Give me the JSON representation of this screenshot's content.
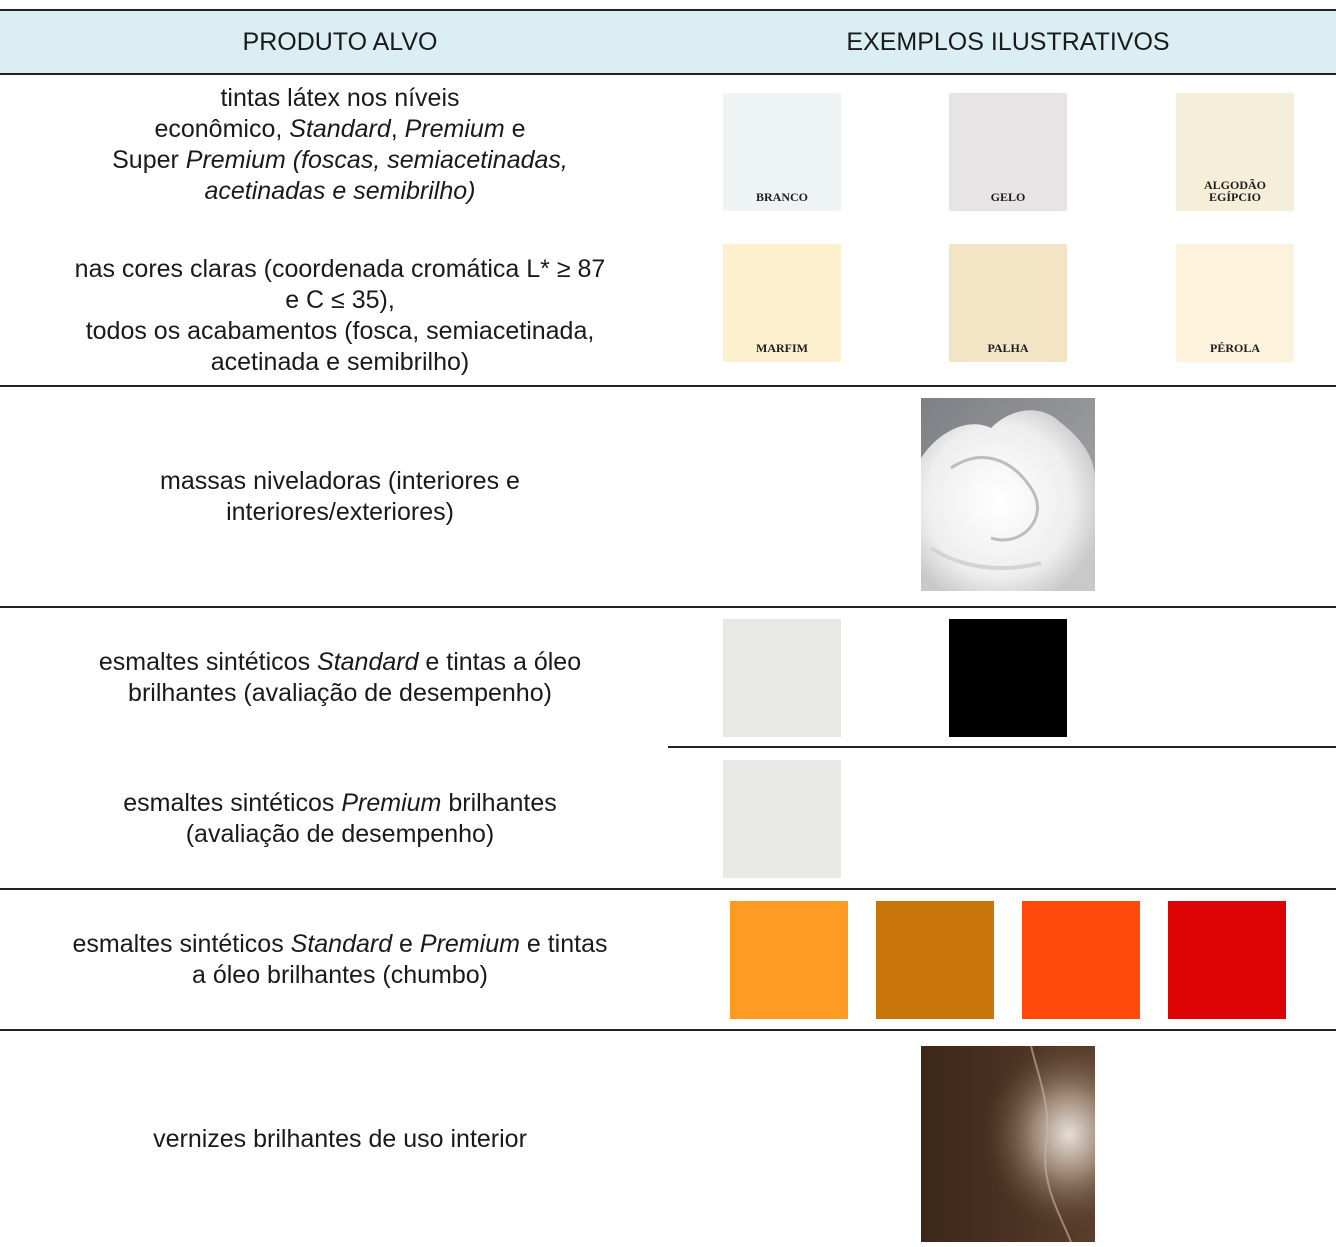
{
  "header": {
    "col_product": "PRODUTO ALVO",
    "col_examples": "EXEMPLOS ILUSTRATIVOS"
  },
  "rows": {
    "r1": {
      "line1": "tintas látex nos níveis",
      "line2a": "econômico, ",
      "line2b": "Standard",
      "line2c": ", ",
      "line2d": "Premium",
      "line2e": " e",
      "line3a": "Super ",
      "line3b": "Premium (foscas, semiacetinadas,",
      "line4": "acetinadas e semibrilho)",
      "swatches": [
        {
          "name": "BRANCO",
          "color": "#eef4f4"
        },
        {
          "name": "GELO",
          "color": "#e7e4e6"
        },
        {
          "name": "ALGODÃO",
          "name2": "EGÍPCIO",
          "color": "#f5eed9"
        }
      ]
    },
    "r2": {
      "line1": "nas cores claras (coordenada cromática L* ≥ 87",
      "line2": "e C ≤ 35),",
      "line3": "todos os acabamentos (fosca, semiacetinada,",
      "line4": "acetinada e semibrilho)",
      "swatches": [
        {
          "name": "MARFIM",
          "color": "#fdf0cf"
        },
        {
          "name": "PALHA",
          "color": "#f2e4c5"
        },
        {
          "name": "PÉROLA",
          "color": "#fdf2dc"
        }
      ]
    },
    "r3": {
      "line1": "massas niveladoras (interiores e",
      "line2": "interiores/exteriores)"
    },
    "r4": {
      "line1a": "esmaltes sintéticos ",
      "line1b": "Standard",
      "line1c": " e tintas a óleo",
      "line2": "brilhantes (avaliação de desempenho)",
      "swatches": [
        {
          "color": "#e8e9e6"
        },
        {
          "color": "#000000"
        }
      ]
    },
    "r5": {
      "line1a": "esmaltes sintéticos ",
      "line1b": "Premium",
      "line1c": " brilhantes",
      "line2": "(avaliação de desempenho)",
      "swatches": [
        {
          "color": "#e9eae7"
        }
      ]
    },
    "r6": {
      "line1a": "esmaltes sintéticos ",
      "line1b": "Standard",
      "line1c": " e ",
      "line1d": "Premium",
      "line1e": " e tintas",
      "line2": "a óleo brilhantes (chumbo)",
      "swatches": [
        {
          "color": "#ff9a22"
        },
        {
          "color": "#c8760a"
        },
        {
          "color": "#ff4a0c"
        },
        {
          "color": "#dc0304"
        }
      ]
    },
    "r7": {
      "line1": "vernizes brilhantes de uso interior"
    }
  }
}
